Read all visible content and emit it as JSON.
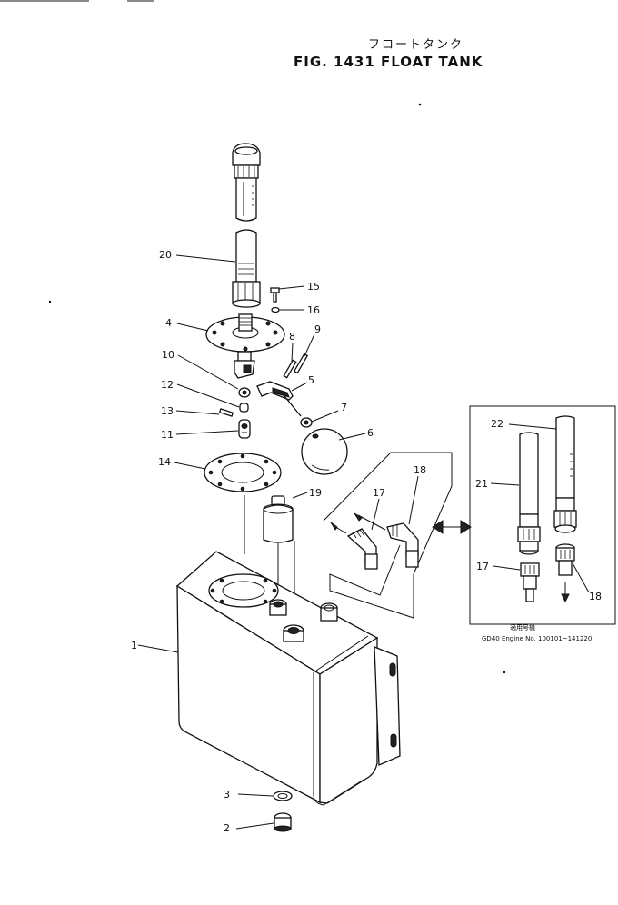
{
  "title": {
    "jp": "フロートタンク",
    "en": "FIG. 1431  FLOAT TANK"
  },
  "parts": {
    "p1": "1",
    "p2": "2",
    "p3": "3",
    "p4": "4",
    "p5": "5",
    "p6": "6",
    "p7": "7",
    "p8": "8",
    "p9": "9",
    "p10": "10",
    "p11": "11",
    "p12": "12",
    "p13": "13",
    "p14": "14",
    "p15": "15",
    "p16": "16",
    "p17": "17",
    "p18": "18",
    "p19": "19",
    "p20": "20"
  },
  "inset": {
    "p21": "21",
    "p22": "22",
    "p17": "17",
    "p18": "18",
    "caption_jp": "適用号機",
    "caption_en": "GD40   Engine No. 100101~141220"
  }
}
